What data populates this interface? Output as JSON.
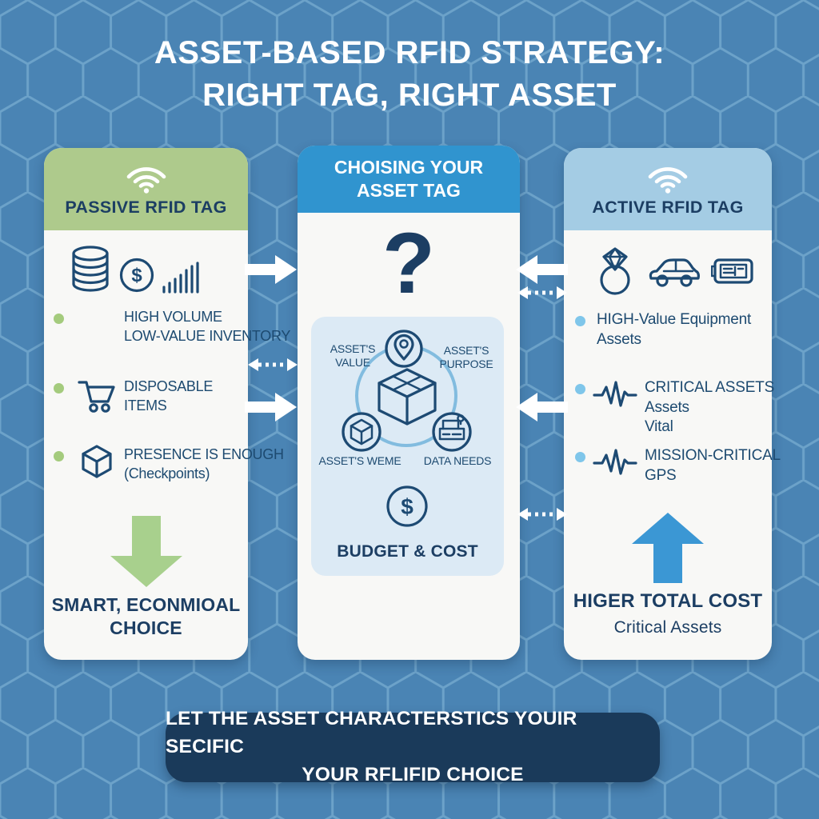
{
  "title": {
    "line1": "ASSET-BASED RFID STRATEGY:",
    "line2": "RIGHT TAG, RIGHT ASSET"
  },
  "passive": {
    "header": "PASSIVE RFID TAG",
    "icon_row": [
      "coins-stack",
      "dollar-circle",
      "rising-bar-chart"
    ],
    "bullets": [
      {
        "icon": "none",
        "lines": [
          "HIGH VOLUME",
          "LOW-VALUE INVENTORY"
        ]
      },
      {
        "icon": "shopping-cart",
        "lines": [
          "DISPOSABLE",
          "ITEMS"
        ]
      },
      {
        "icon": "cube",
        "lines": [
          "PRESENCE IS ENOUGH",
          "(Checkpoints)"
        ]
      }
    ],
    "arrow_direction": "down",
    "conclusion": [
      "SMART, ECONMIOAL",
      "CHOICE"
    ]
  },
  "center": {
    "header": [
      "CHOISING YOUR",
      "ASSET TAG"
    ],
    "question_mark": "?",
    "diagram": {
      "top_left_label": [
        "ASSET'S",
        "VALUE"
      ],
      "top_right_label": [
        "ASSET'S",
        "PURPOSE"
      ],
      "bottom_left_label": "ASSET'S WEME",
      "bottom_right_label": "DATA NEEDS",
      "budget_label": "BUDGET & COST",
      "nodes": [
        "location-pin",
        "open-box",
        "cube",
        "machine",
        "dollar-circle"
      ]
    }
  },
  "active": {
    "header": "ACTIVE RFID TAG",
    "icon_row": [
      "diamond-ring",
      "car",
      "battery-tag"
    ],
    "bullets": [
      {
        "icon": "none",
        "lines": [
          "HIGH-Value Equipment",
          "Assets"
        ]
      },
      {
        "icon": "pulse",
        "lines": [
          "CRITICAL ASSETS",
          "Assets",
          "Vital"
        ]
      },
      {
        "icon": "pulse",
        "lines": [
          "MISSION-CRITICAL",
          "GPS"
        ]
      }
    ],
    "arrow_direction": "up",
    "conclusion_bold": "HIGER TOTAL COST",
    "conclusion_sub": "Critical Assets"
  },
  "banner": [
    "LET THE ASSET CHARACTERSTICS YOUIR SECIFIC",
    "YOUR RFLIFID CHOICE"
  ],
  "glyphs": {
    "dollar": "$"
  },
  "colors": {
    "background": "#4a84b4",
    "hex_line": "#6ca2c9",
    "card_bg": "#f8f8f6",
    "title_white": "#ffffff",
    "navy_heading": "#1c3e63",
    "bullet_text": "#1d4a70",
    "icon_navy": "#1d4a73",
    "passive_header_bg": "#aeca8c",
    "center_header_bg": "#3094cf",
    "active_header_bg": "#a4cce4",
    "green_accent": "#a8d08d",
    "green_dot": "#a4cb7d",
    "blue_accent": "#3b97d4",
    "blue_dot": "#7fc6ea",
    "inner_box_bg": "#dceaf5",
    "arc_blue": "#82bcdf",
    "banner_bg": "#1a3a5a"
  }
}
